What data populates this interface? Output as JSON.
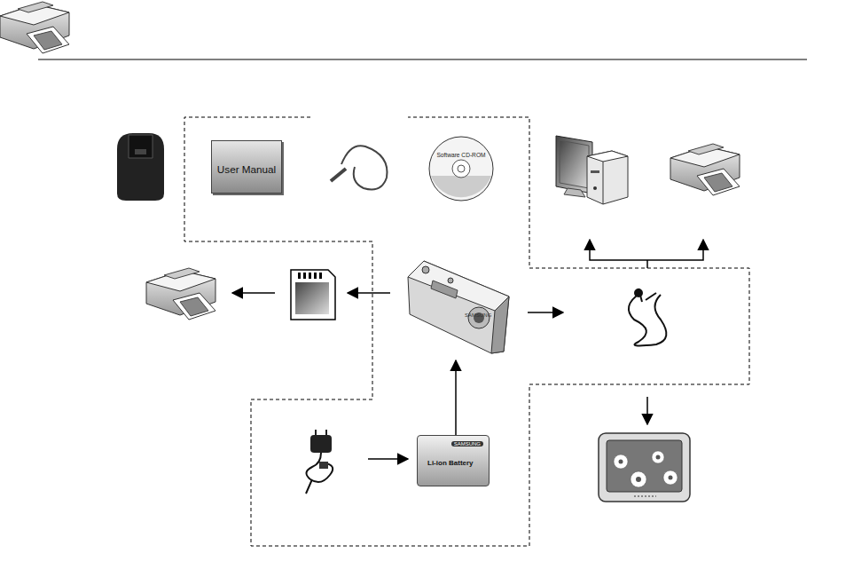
{
  "diagram": {
    "nodes": [
      {
        "text": [
          "User Manual"
        ]
      },
      {
        "text": [
          "Software CD-ROM"
        ]
      },
      {
        "text": [
          "SAMSUNG"
        ]
      },
      {
        "text": [
          "SAMSUNG",
          "Li-ion Battery"
        ]
      }
    ],
    "edges": [
      {
        "from": 3,
        "to": 2,
        "arrow": "to"
      }
    ]
  }
}
